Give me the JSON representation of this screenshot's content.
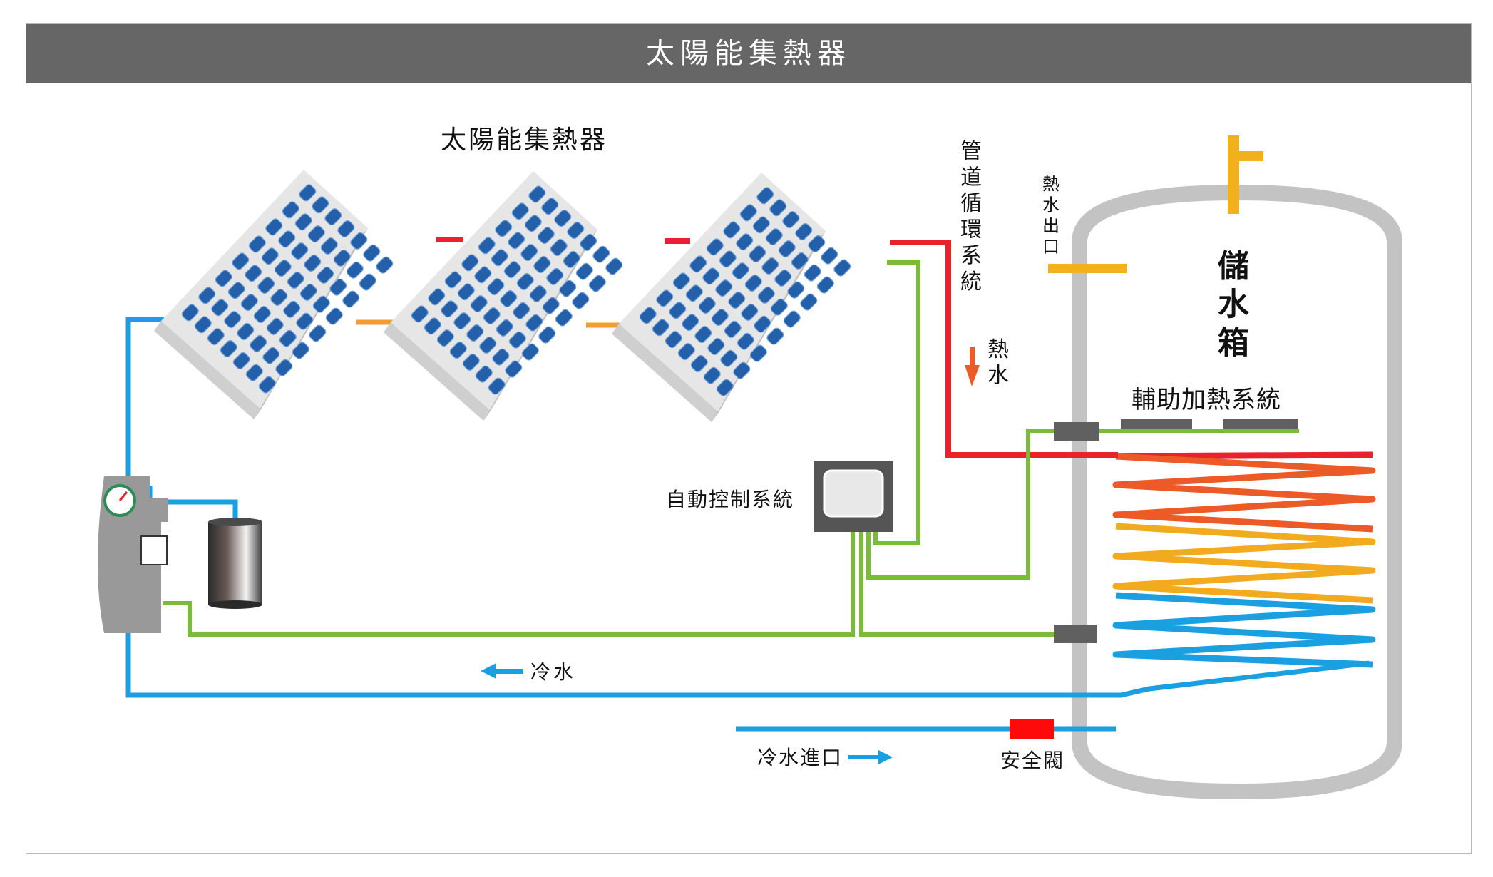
{
  "header": {
    "title": "太陽能集熱器"
  },
  "labels": {
    "collector": "太陽能集熱器",
    "pipe_loop": "管道循環系統",
    "hot_water": "熱水",
    "hot_water_outlet": "熱水出口",
    "storage_tank": "儲水箱",
    "auxiliary_heating": "輔助加熱系統",
    "auto_control": "自動控制系統",
    "cold_water": "冷水",
    "cold_water_inlet": "冷水進口",
    "safety_valve": "安全閥"
  },
  "colors": {
    "header_bg": "#666666",
    "hot_pipe": "#e8232b",
    "cold_pipe": "#1a9fe0",
    "control_wire": "#7bbb3a",
    "tank_shell": "#c3c3c3",
    "coil_red": "#e8232b",
    "coil_orange": "#ec5a27",
    "coil_yellow": "#f2ab1f",
    "coil_blue": "#1a9fe0",
    "panel_cell": "#245fa9",
    "outlet_pipe": "#f0b11c",
    "safety_valve": "#ff0a0a"
  }
}
